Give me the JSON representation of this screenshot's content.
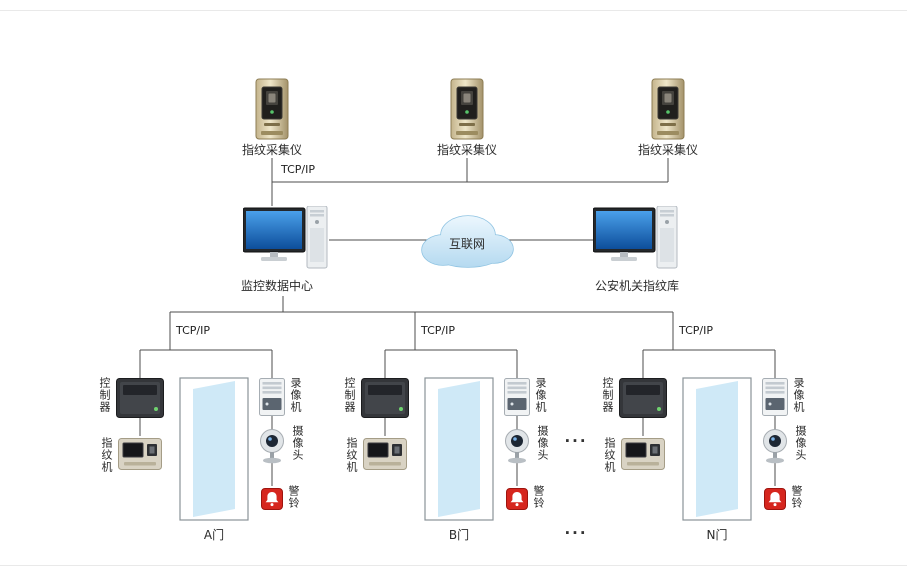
{
  "diagram": {
    "top": {
      "collectors": [
        {
          "label": "指纹采集仪"
        },
        {
          "label": "指纹采集仪"
        },
        {
          "label": "指纹采集仪"
        }
      ],
      "tcp_label": "TCP/IP"
    },
    "middle": {
      "data_center": "监控数据中心",
      "internet": "互联网",
      "police_db": "公安机关指纹库"
    },
    "doors": {
      "groups": [
        {
          "tcp_label": "TCP/IP",
          "controller": "控制器",
          "fingerprint": "指纹机",
          "recorder": "录像机",
          "camera": "摄像头",
          "alarm": "警铃",
          "door": "A门"
        },
        {
          "tcp_label": "TCP/IP",
          "controller": "控制器",
          "fingerprint": "指纹机",
          "recorder": "录像机",
          "camera": "摄像头",
          "alarm": "警铃",
          "door": "B门"
        },
        {
          "tcp_label": "TCP/IP",
          "controller": "控制器",
          "fingerprint": "指纹机",
          "recorder": "录像机",
          "camera": "摄像头",
          "alarm": "警铃",
          "door": "N门"
        }
      ],
      "ellipsis": "..."
    },
    "colors": {
      "door_fill": "#cfe9f7",
      "alarm_red": "#d6261e",
      "screen_blue": "#1c6bbf",
      "cloud_blue": "#b4d9f0"
    }
  }
}
